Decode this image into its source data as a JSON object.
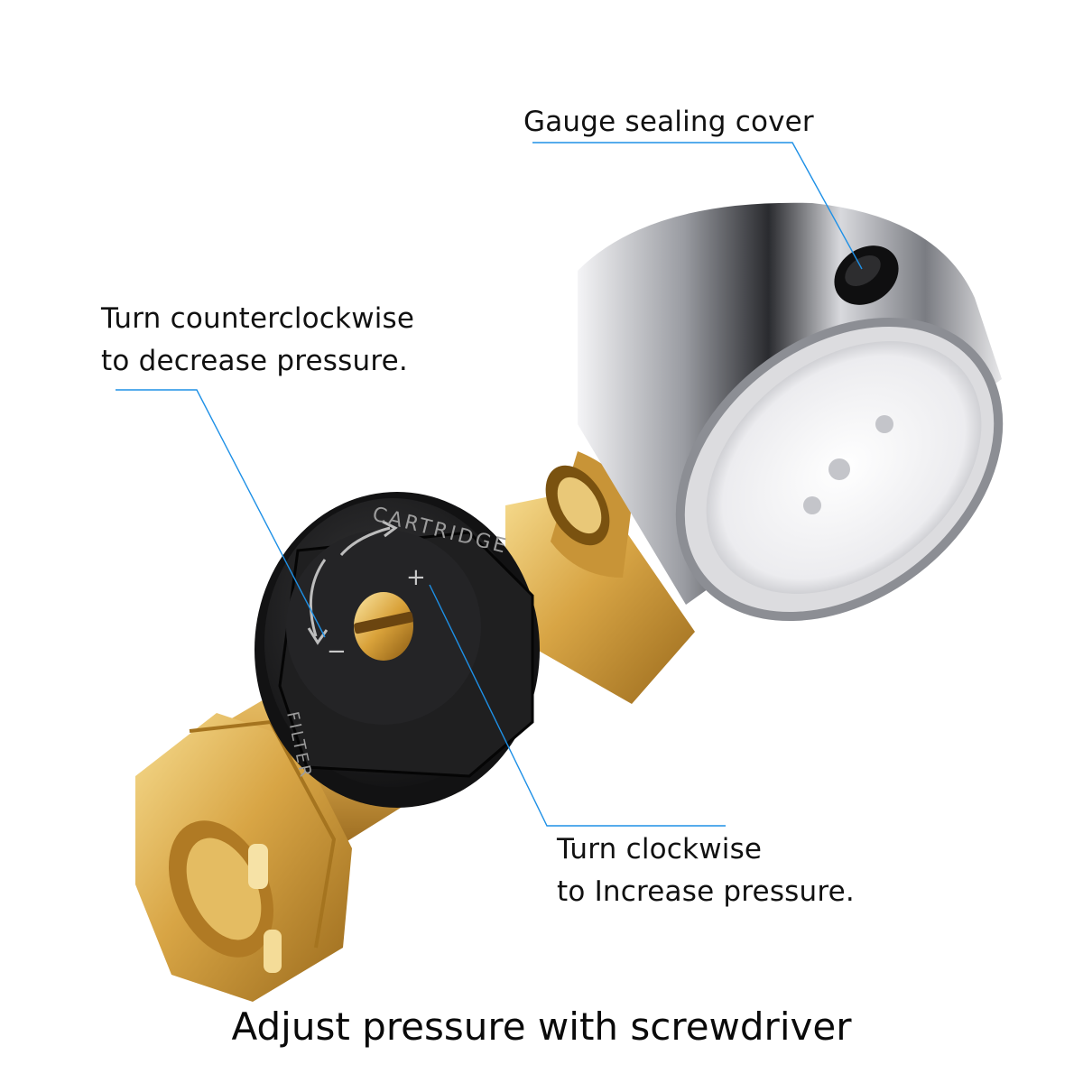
{
  "callouts": {
    "gauge_cover": {
      "lines": [
        "Gauge sealing cover"
      ]
    },
    "counterclockwise": {
      "lines": [
        "Turn counterclockwise",
        "to decrease pressure."
      ]
    },
    "clockwise": {
      "lines": [
        "Turn clockwise",
        "to Increase pressure."
      ]
    }
  },
  "caption": "Adjust pressure with screwdriver",
  "product_markings": [
    "CARTRIDGE",
    "FILTER"
  ],
  "colors": {
    "leader_line": "#1e90e6",
    "brass": "#d9a84a",
    "cap": "#1c1c1c",
    "chrome": "#c8c8cc"
  }
}
